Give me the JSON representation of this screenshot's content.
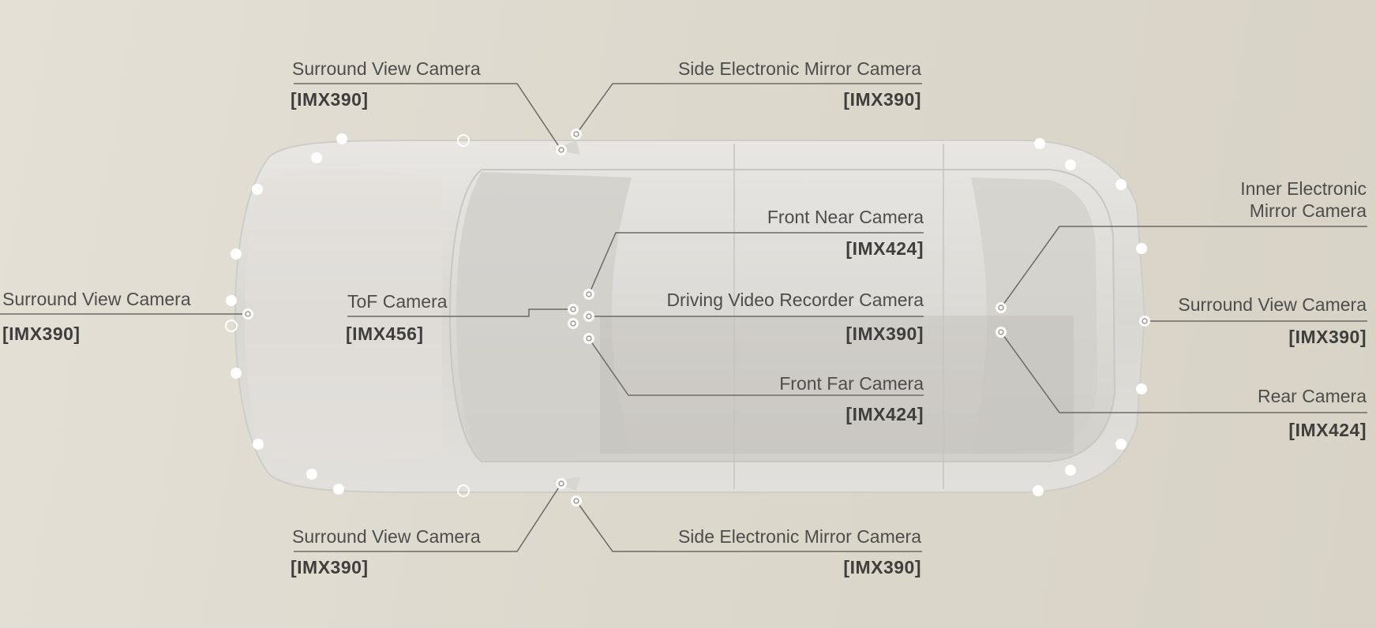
{
  "cameras": [
    {
      "id": "sv-top",
      "name": "Surround View Camera",
      "sensor": "[IMX390]"
    },
    {
      "id": "sem-top",
      "name": "Side Electronic Mirror Camera",
      "sensor": "[IMX390]"
    },
    {
      "id": "sv-front",
      "name": "Surround View Camera",
      "sensor": "[IMX390]"
    },
    {
      "id": "tof",
      "name": "ToF Camera",
      "sensor": "[IMX456]"
    },
    {
      "id": "front-near",
      "name": "Front Near Camera",
      "sensor": "[IMX424]"
    },
    {
      "id": "dvr",
      "name": "Driving Video Recorder Camera",
      "sensor": "[IMX390]"
    },
    {
      "id": "front-far",
      "name": "Front Far Camera",
      "sensor": "[IMX424]"
    },
    {
      "id": "inner-mirror",
      "name_line1": "Inner Electronic",
      "name_line2": "Mirror Camera"
    },
    {
      "id": "sv-rear",
      "name": "Surround View Camera",
      "sensor": "[IMX390]"
    },
    {
      "id": "rear",
      "name": "Rear Camera",
      "sensor": "[IMX424]"
    },
    {
      "id": "sv-bottom",
      "name": "Surround View Camera",
      "sensor": "[IMX390]"
    },
    {
      "id": "sem-bottom",
      "name": "Side Electronic Mirror Camera",
      "sensor": "[IMX390]"
    }
  ],
  "colors": {
    "background": "#dedace",
    "car_body": "#dddbd7",
    "leader_line": "#6c6a66",
    "sensor_dot": "#ffffff"
  },
  "icons": {
    "sensor_marker": "target-ring-icon",
    "radar_marker": "dot-icon"
  }
}
